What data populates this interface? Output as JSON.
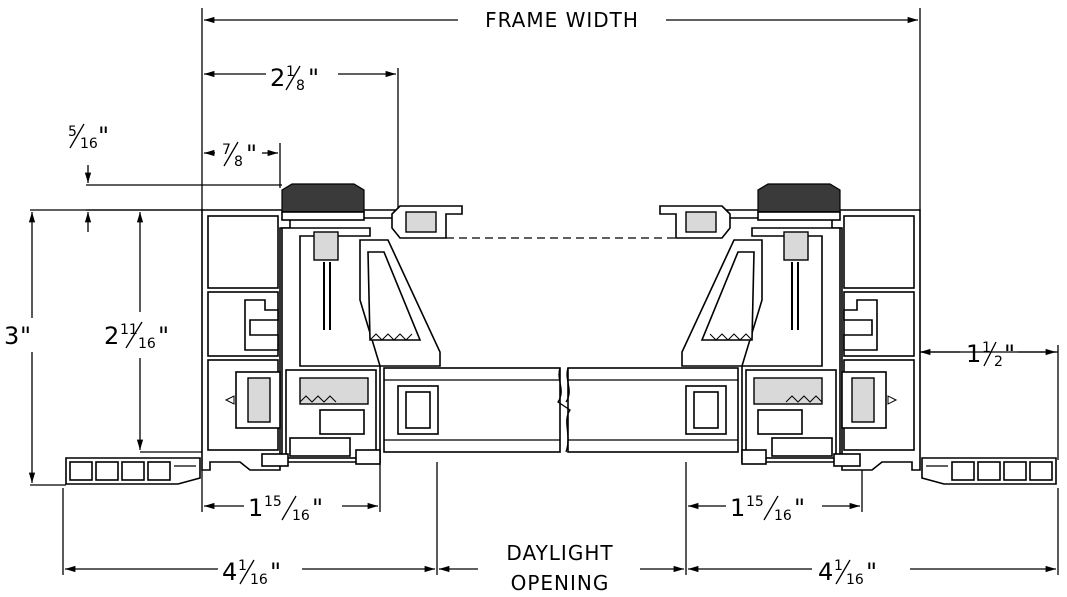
{
  "drawing": {
    "frame_width_label": "FRAME WIDTH",
    "daylight_line1": "DAYLIGHT",
    "daylight_line2": "OPENING"
  },
  "dimensions": {
    "top_2_1_8": {
      "whole": "2",
      "num": "1",
      "den": "8",
      "mark": "\""
    },
    "left_5_16": {
      "whole": "",
      "num": "5",
      "den": "16",
      "mark": "\""
    },
    "left_7_8": {
      "whole": "",
      "num": "7",
      "den": "8",
      "mark": "\""
    },
    "height_3": {
      "whole": "3",
      "num": "",
      "den": "",
      "mark": "\""
    },
    "height_2_11_16": {
      "whole": "2",
      "num": "11",
      "den": "16",
      "mark": "\""
    },
    "right_1_1_2": {
      "whole": "1",
      "num": "1",
      "den": "2",
      "mark": "\""
    },
    "left_1_15_16": {
      "whole": "1",
      "num": "15",
      "den": "16",
      "mark": "\""
    },
    "right_1_15_16": {
      "whole": "1",
      "num": "15",
      "den": "16",
      "mark": "\""
    },
    "left_4_1_16": {
      "whole": "4",
      "num": "1",
      "den": "16",
      "mark": "\""
    },
    "right_4_1_16": {
      "whole": "4",
      "num": "1",
      "den": "16",
      "mark": "\""
    }
  }
}
